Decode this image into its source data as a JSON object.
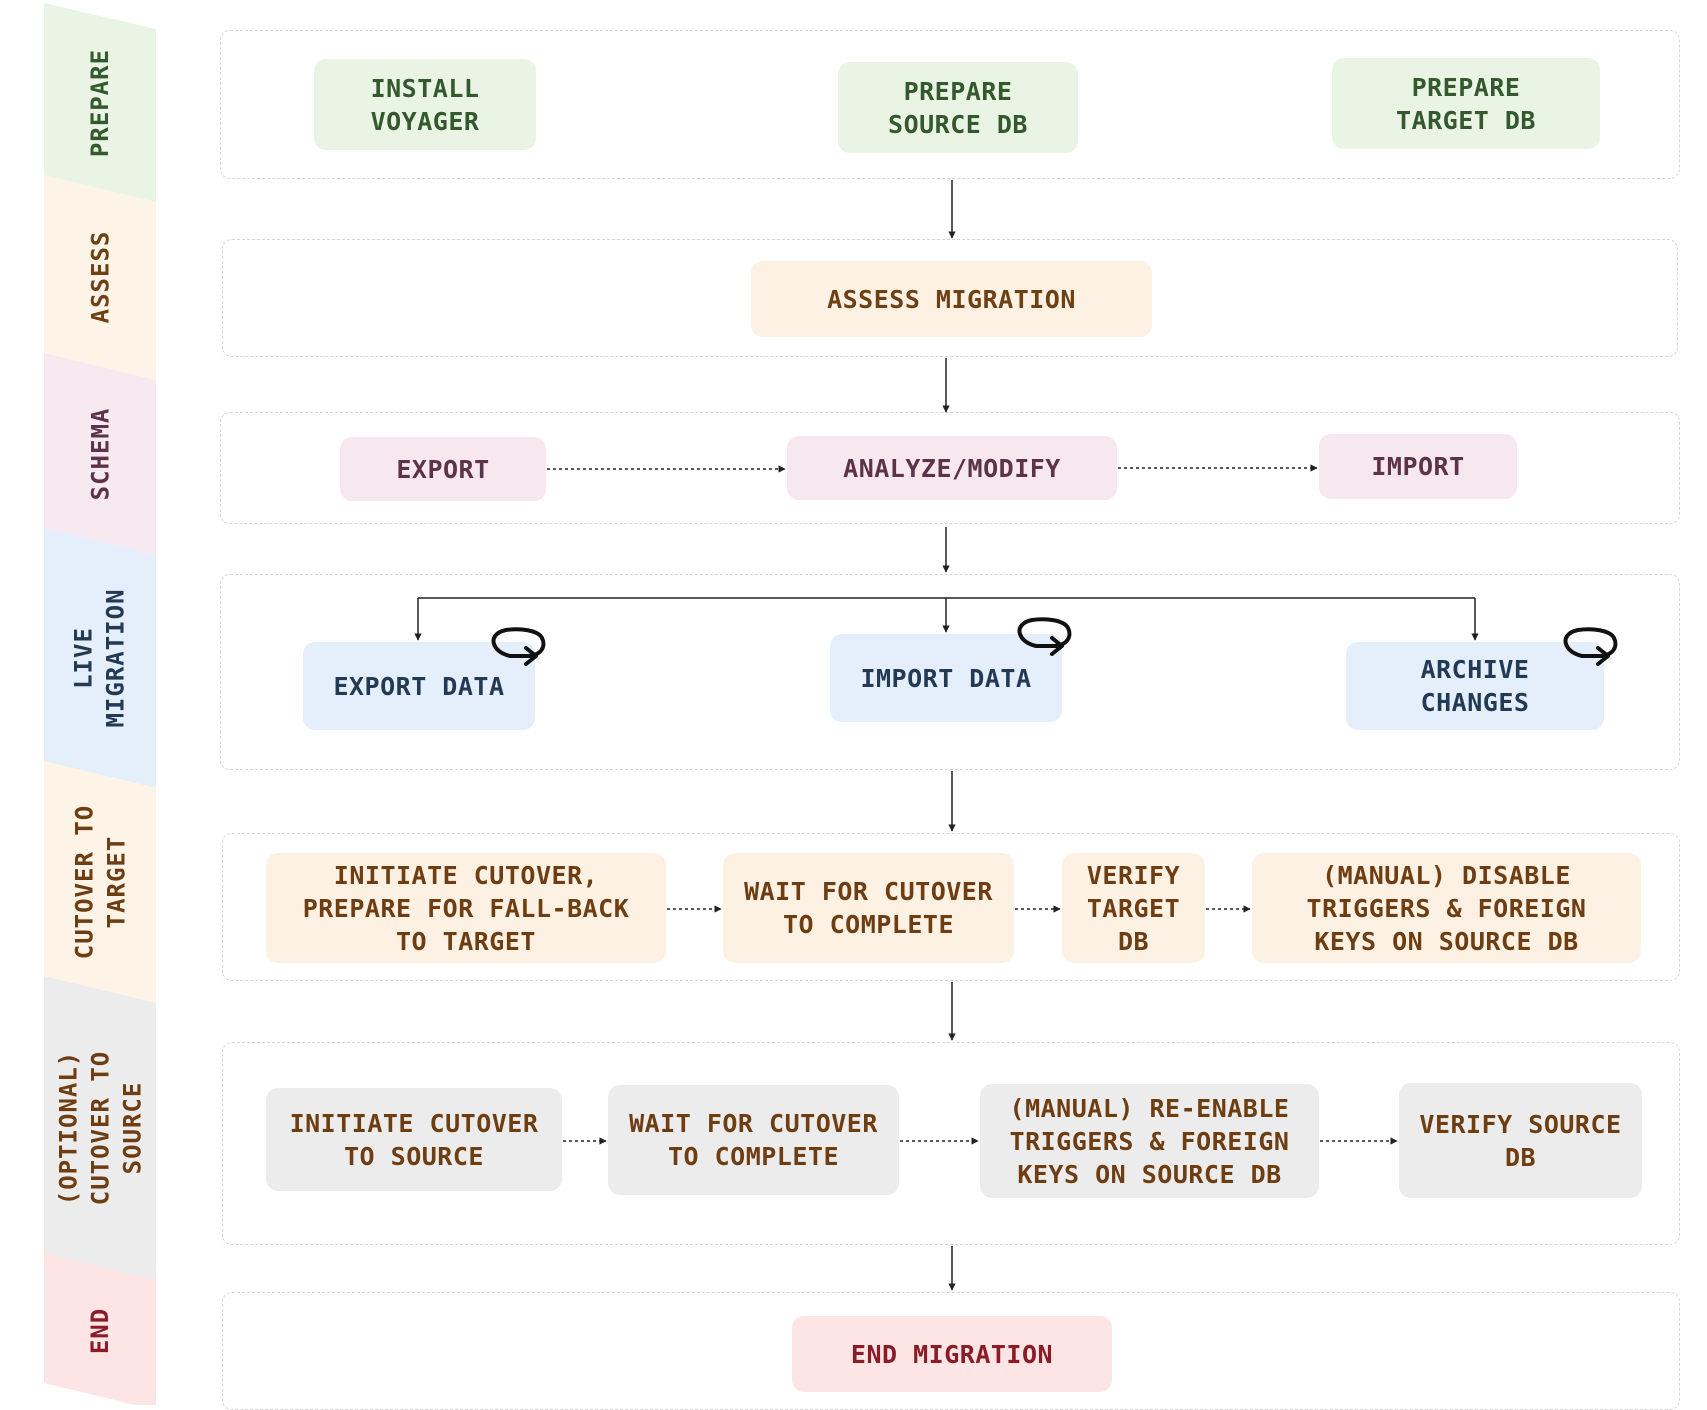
{
  "colors": {
    "prepare": {
      "band": "#eaf4e4",
      "box": "#e9f4e5",
      "text": "#35592f"
    },
    "assess": {
      "band": "#fdf3e7",
      "box": "#fdf1e3",
      "text": "#6e4114"
    },
    "schema": {
      "band": "#f6e9ef",
      "box": "#f6e8ee",
      "text": "#5c3348"
    },
    "live": {
      "band": "#e5eefb",
      "box": "#e5eefb",
      "text": "#233a55"
    },
    "cutover_target": {
      "band": "#fdf3e7",
      "box": "#fdf1e3",
      "text": "#6e3d12"
    },
    "cutover_source": {
      "band": "#ececec",
      "box": "#ececec",
      "text": "#6e3d12"
    },
    "end": {
      "band": "#fde5e6",
      "box": "#fde4e5",
      "text": "#8a1c28"
    },
    "connector": "#222222",
    "section_border": "#d6d6d6"
  },
  "phases": {
    "prepare": "PREPARE",
    "assess": "ASSESS",
    "schema": "SCHEMA",
    "live": "LIVE\nMIGRATION",
    "cutover_target": "CUTOVER TO\nTARGET",
    "cutover_source": "(OPTIONAL)\nCUTOVER TO\nSOURCE",
    "end": "END"
  },
  "steps": {
    "install_voyager": "INSTALL\nVOYAGER",
    "prepare_source_db": "PREPARE\nSOURCE DB",
    "prepare_target_db": "PREPARE\nTARGET DB",
    "assess_migration": "ASSESS MIGRATION",
    "export_schema": "EXPORT",
    "analyze_modify": "ANALYZE/MODIFY",
    "import_schema": "IMPORT",
    "export_data": "EXPORT DATA",
    "import_data": "IMPORT DATA",
    "archive_changes": "ARCHIVE\nCHANGES",
    "initiate_cutover_target": "INITIATE CUTOVER,\nPREPARE FOR FALL-BACK\nTO TARGET",
    "wait_cutover_target": "WAIT FOR CUTOVER\nTO COMPLETE",
    "verify_target_db": "VERIFY\nTARGET\nDB",
    "disable_triggers": "(MANUAL) DISABLE\nTRIGGERS & FOREIGN\nKEYS ON SOURCE DB",
    "initiate_cutover_source": "INITIATE CUTOVER\nTO SOURCE",
    "wait_cutover_source": "WAIT FOR CUTOVER\nTO COMPLETE",
    "reenable_triggers": "(MANUAL) RE-ENABLE\nTRIGGERS & FOREIGN\nKEYS ON SOURCE DB",
    "verify_source_db": "VERIFY SOURCE\nDB",
    "end_migration": "END MIGRATION"
  },
  "icons": {
    "repeat": "loop-arrow-icon"
  }
}
